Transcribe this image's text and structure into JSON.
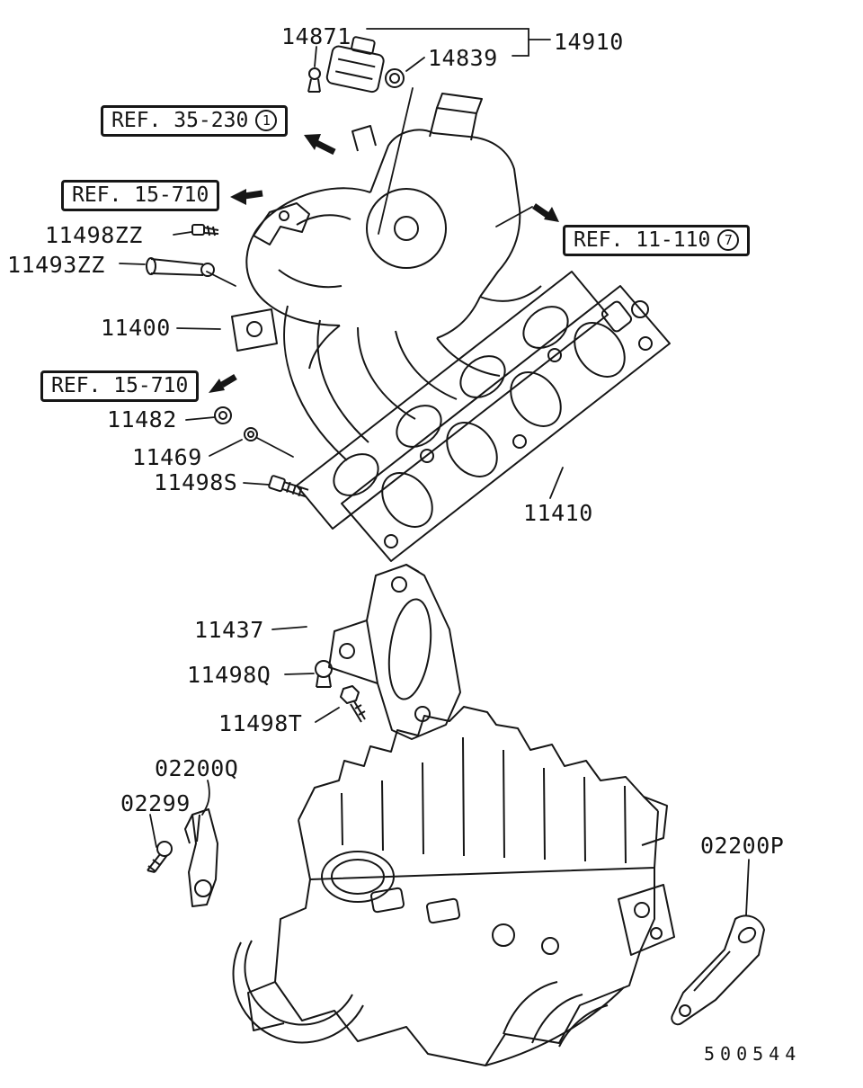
{
  "labels": {
    "s14871": "14871",
    "s14910": "14910",
    "s14839": "14839",
    "s11498zz": "11498ZZ",
    "s11493zz": "11493ZZ",
    "s11400": "11400",
    "s11482": "11482",
    "s11469": "11469",
    "s11498s": "11498S",
    "s11410": "11410",
    "s11437": "11437",
    "s11498q": "11498Q",
    "s11498t": "11498T",
    "s02200q": "02200Q",
    "s02299": "02299",
    "s02200p": "02200P"
  },
  "refs": [
    {
      "text": "REF. 35-230",
      "circle": "1"
    },
    {
      "text": "REF. 15-710"
    },
    {
      "text": "REF. 11-110",
      "circle": "7"
    },
    {
      "text": "REF. 15-710"
    }
  ],
  "footer": {
    "code": "500544"
  },
  "colors": {
    "ink": "#161616",
    "background": "#ffffff"
  }
}
